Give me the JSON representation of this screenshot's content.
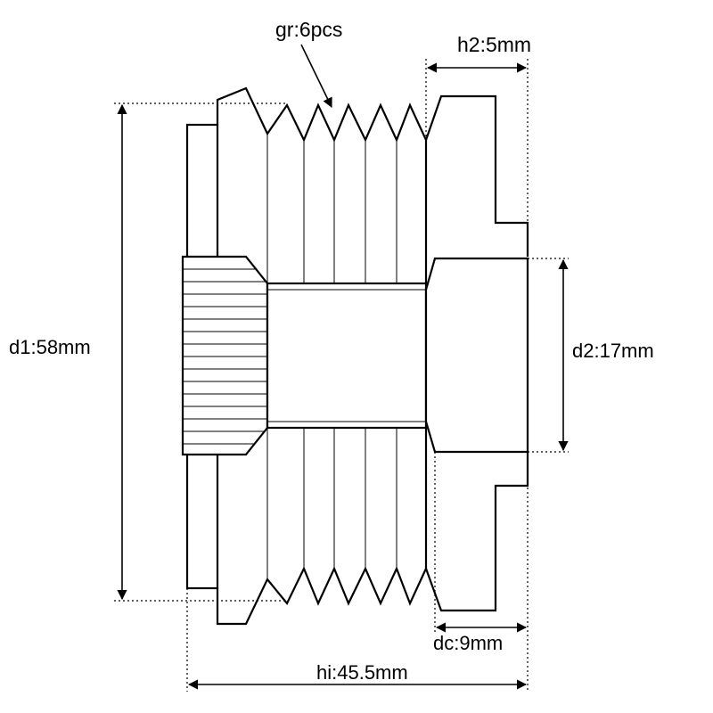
{
  "labels": {
    "gr": "gr:6pcs",
    "h2": "h2:5mm",
    "d1": "d1:58mm",
    "d2": "d2:17mm",
    "dc": "dc:9mm",
    "hi": "hi:45.5mm"
  },
  "colors": {
    "line": "#000000",
    "background": "#ffffff"
  }
}
